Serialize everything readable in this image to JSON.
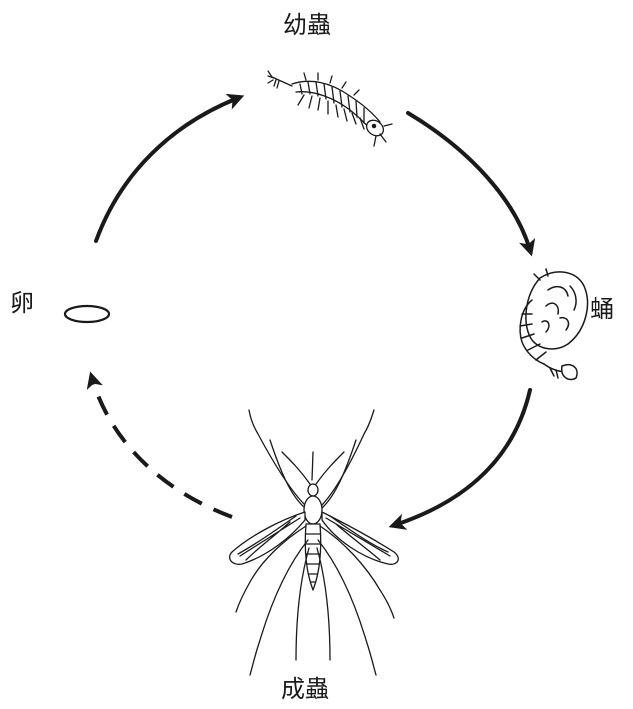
{
  "stages": {
    "larva": "幼蟲",
    "pupa": "蛹",
    "adult": "成蟲",
    "egg": "卵"
  },
  "colors": {
    "ink": "#1a1a1a"
  }
}
